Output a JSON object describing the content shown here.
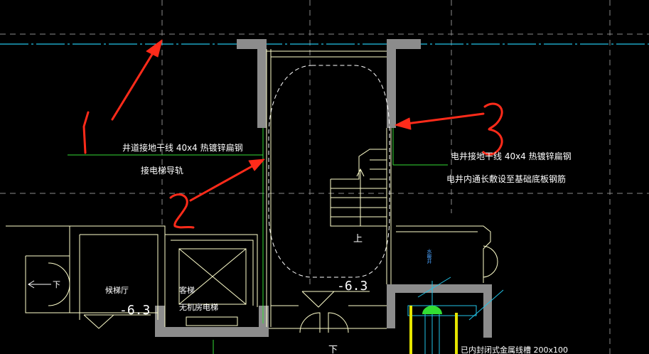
{
  "labels": {
    "shaft_ground": "井道接地干线 40x4 热镀锌扁钢",
    "rail_ground": "接电梯导轨",
    "elec_ground": "电井接地干线 40x4 热镀锌扁钢",
    "elec_note": "电井内通长敷设至基础底板钢筋",
    "lobby": "候梯厅",
    "elevator": "客梯",
    "no_machine_room": "无机房电梯",
    "level_stair": "-6.3",
    "level_lobby": "-6.3",
    "stair_up": "上",
    "water_shaft": "水暖井",
    "down": "下",
    "stair_down": "下",
    "bottom_note": "已内封闭式金属线槽 200x100",
    "handwritten_1": "1",
    "handwritten_2": "2",
    "handwritten_3": "3"
  },
  "colors": {
    "background": "#000000",
    "axis": "#22c4e8",
    "wall": "#8c8c8c",
    "line": "#ffffcc",
    "green": "#33dd33",
    "annotation": "#ff2b1a",
    "text": "#ffffff"
  }
}
